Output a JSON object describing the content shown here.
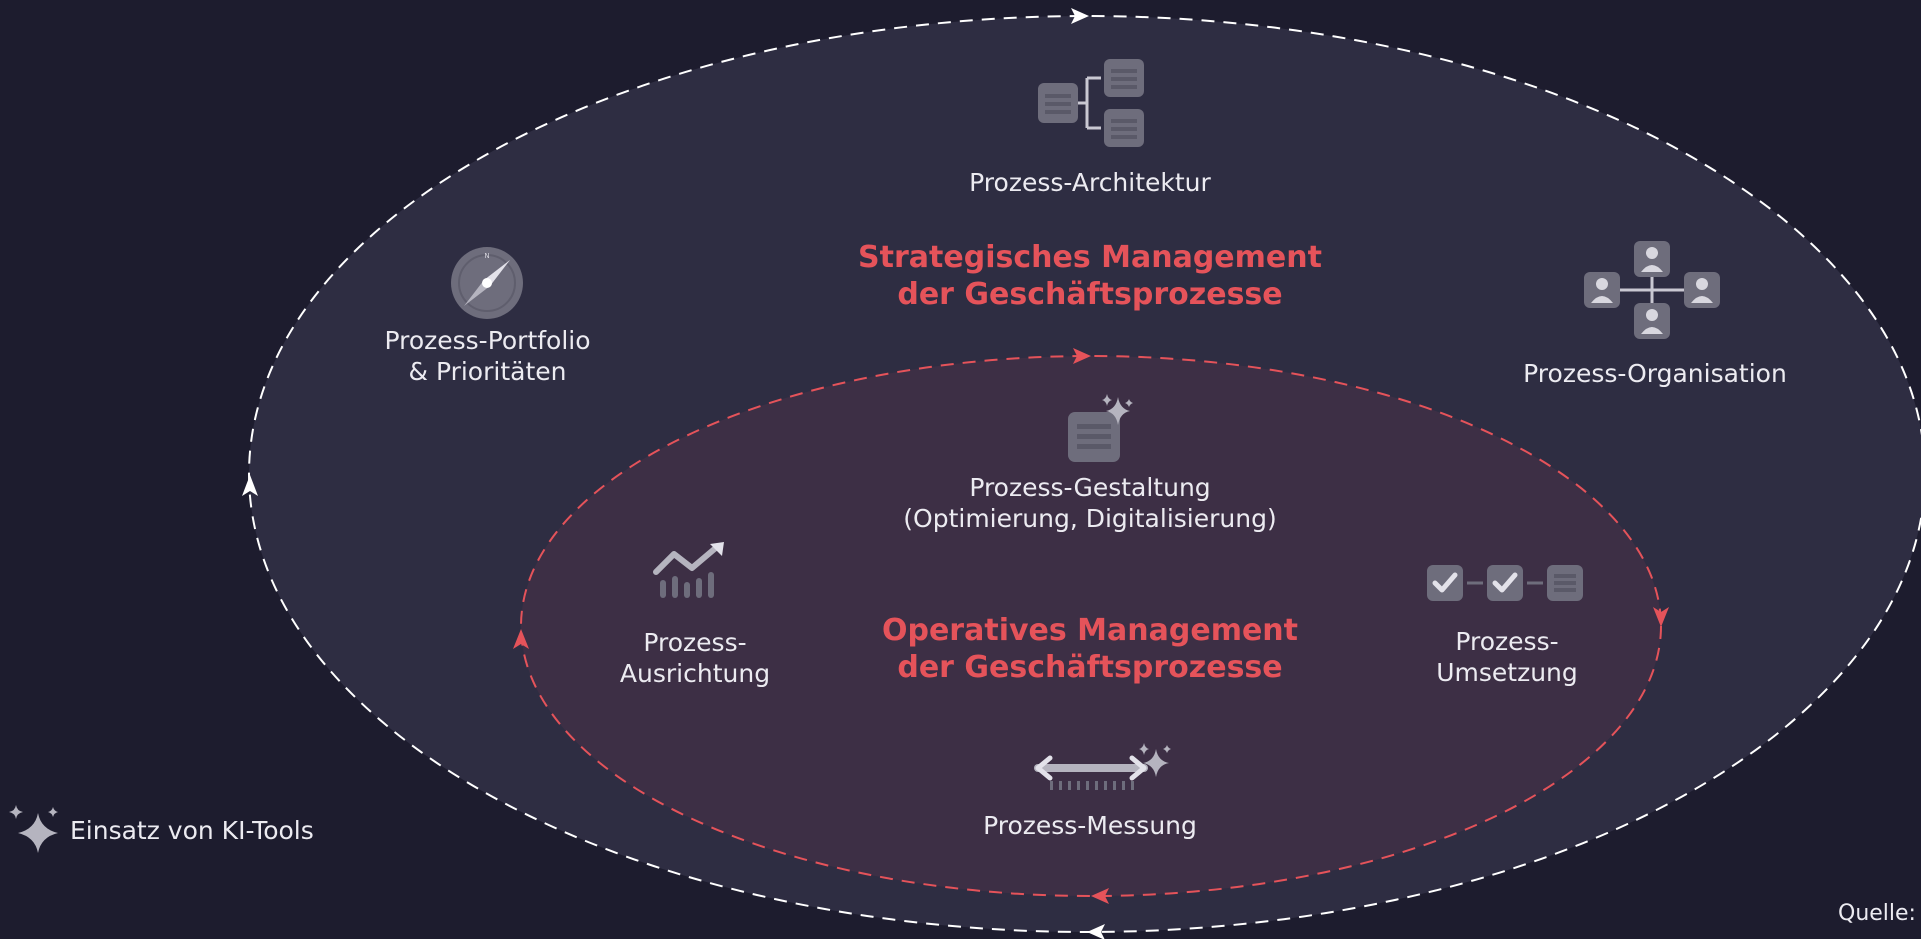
{
  "diagram": {
    "outer_cycle": {
      "heading_line1": "Strategisches Management",
      "heading_line2": "der Geschäftsprozesse",
      "items": {
        "architektur": {
          "label": "Prozess-Architektur",
          "icon": "hierarchy-icon"
        },
        "portfolio": {
          "line1": "Prozess-Portfolio",
          "line2": "& Prioritäten",
          "icon": "compass-icon"
        },
        "organisation": {
          "label": "Prozess-Organisation",
          "icon": "org-chart-icon"
        }
      }
    },
    "inner_cycle": {
      "heading_line1": "Operatives Management",
      "heading_line2": "der Geschäftsprozesse",
      "items": {
        "gestaltung": {
          "line1": "Prozess-Gestaltung",
          "line2": "(Optimierung, Digitalisierung)",
          "icon": "document-sparkle-icon"
        },
        "ausrichtung": {
          "line1": "Prozess-",
          "line2": "Ausrichtung",
          "icon": "trend-chart-icon"
        },
        "umsetzung": {
          "line1": "Prozess-",
          "line2": "Umsetzung",
          "icon": "checklist-icon"
        },
        "messung": {
          "label": "Prozess-Messung",
          "icon": "measure-sparkle-icon"
        }
      }
    }
  },
  "legend": {
    "label": "Einsatz von KI-Tools",
    "icon": "sparkle-icon"
  },
  "source": {
    "label": "Quelle:"
  },
  "colors": {
    "background": "#1d1c2e",
    "outer_fill": "#2e2d42",
    "inner_fill": "#3d2f45",
    "accent": "#e5535a",
    "text": "#ecebf1",
    "icon": "#6e6d7c"
  }
}
